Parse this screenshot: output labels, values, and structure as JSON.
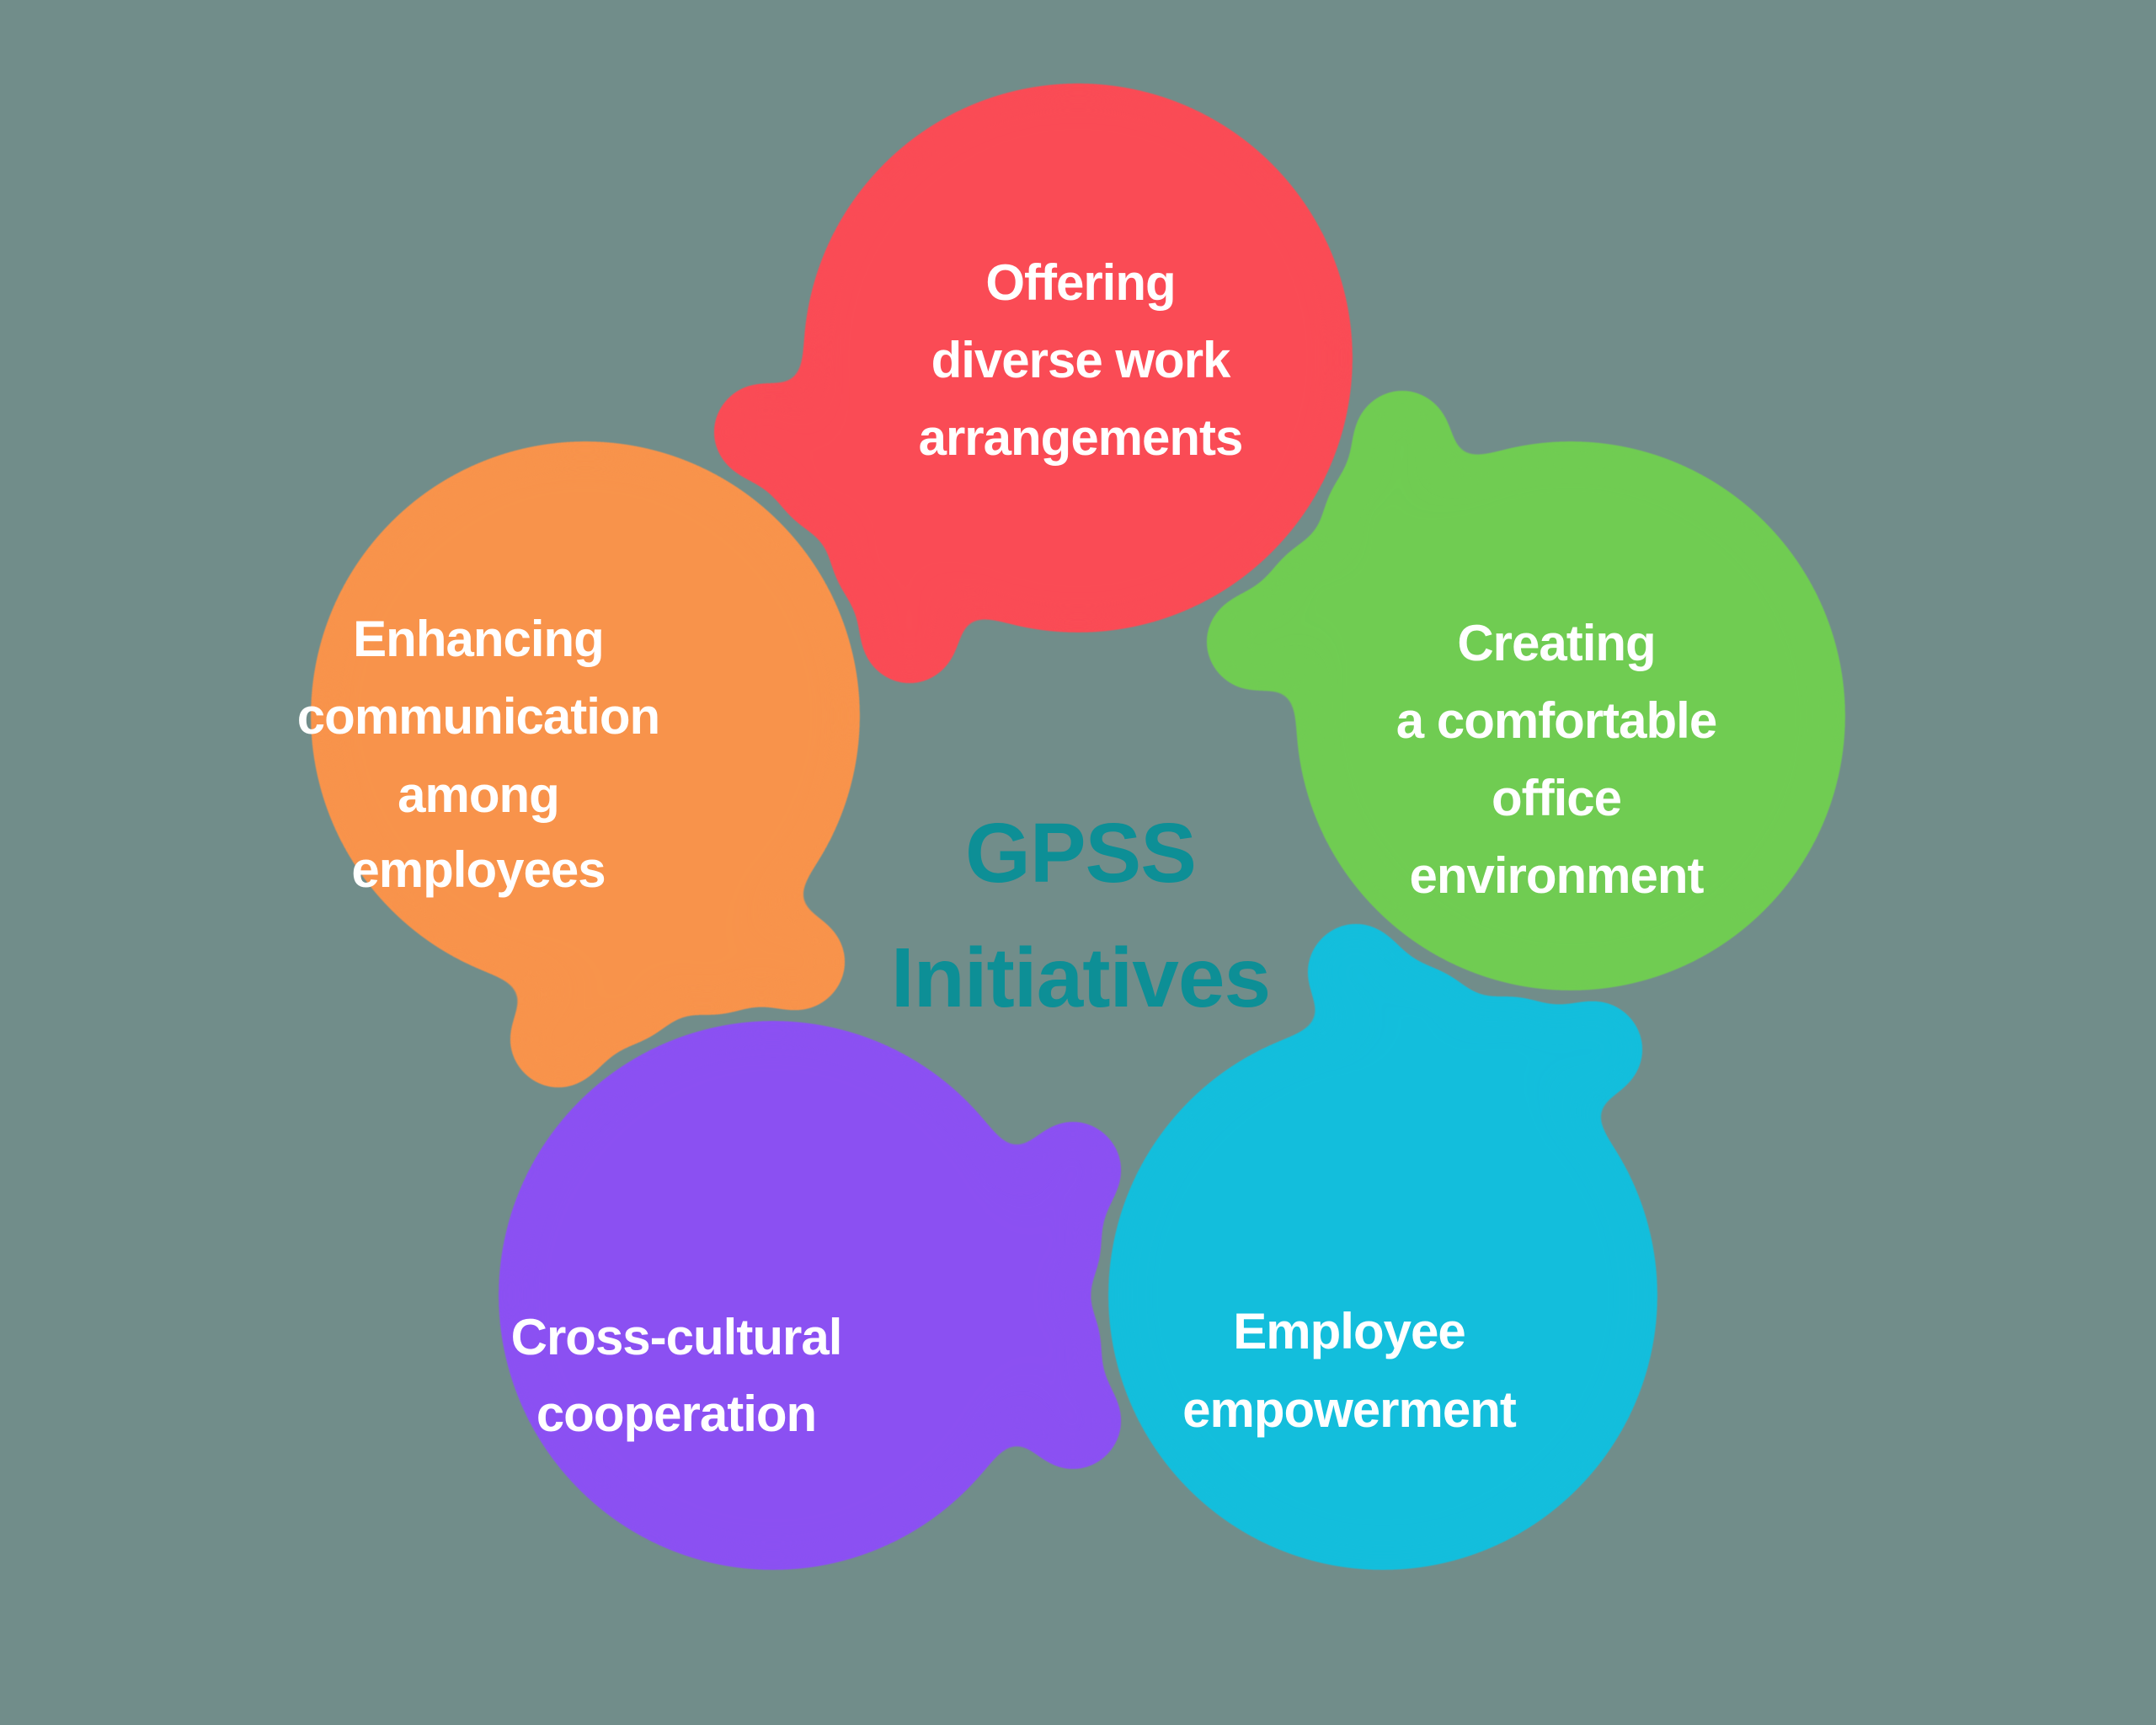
{
  "background_color": "#718D8A",
  "text_color": "#FFFFFF",
  "center": {
    "color": "#0D8F96",
    "lines": [
      "GPSS",
      "Initiatives"
    ]
  },
  "blobs": [
    {
      "name": "offering-diverse-work-arrangements",
      "color": "#FA4B55",
      "lines": [
        "Offering",
        "diverse work",
        "arrangements"
      ]
    },
    {
      "name": "creating-a-comfortable-office-environment",
      "color": "#70CC52",
      "lines": [
        "Creating",
        "a comfortable",
        "office",
        "environment"
      ]
    },
    {
      "name": "employee-empowerment",
      "color": "#13BEDC",
      "lines": [
        "Employee",
        "empowerment"
      ]
    },
    {
      "name": "cross-cultural-cooperation",
      "color": "#8B50F2",
      "lines": [
        "Cross-cultural",
        "cooperation"
      ]
    },
    {
      "name": "enhancing-communication-among-employees",
      "color": "#F8934B",
      "lines": [
        "Enhancing",
        "communication",
        "among",
        "employees"
      ]
    }
  ]
}
